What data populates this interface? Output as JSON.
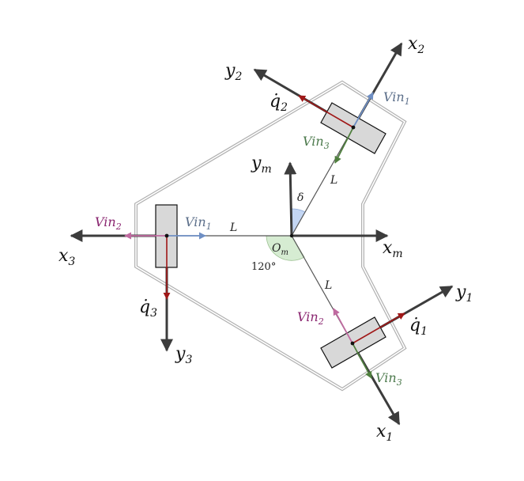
{
  "axes": {
    "x1": {
      "base": "x",
      "sub": "1"
    },
    "y1": {
      "base": "y",
      "sub": "1"
    },
    "x2": {
      "base": "x",
      "sub": "2"
    },
    "y2": {
      "base": "y",
      "sub": "2"
    },
    "x3": {
      "base": "x",
      "sub": "3"
    },
    "y3": {
      "base": "y",
      "sub": "3"
    },
    "xm": {
      "base": "x",
      "sub": "m"
    },
    "ym": {
      "base": "y",
      "sub": "m"
    }
  },
  "velocities": {
    "vin1_top": {
      "base": "Vin",
      "sub": "1"
    },
    "vin3_top": {
      "base": "Vin",
      "sub": "3"
    },
    "vin1_left": {
      "base": "Vin",
      "sub": "1"
    },
    "vin2_left": {
      "base": "Vin",
      "sub": "2"
    },
    "vin2_bottom": {
      "base": "Vin",
      "sub": "2"
    },
    "vin3_bottom": {
      "base": "Vin",
      "sub": "3"
    }
  },
  "wheel_speeds": {
    "q1": {
      "base": "q̇",
      "sub": "1"
    },
    "q2": {
      "base": "q̇",
      "sub": "2"
    },
    "q3": {
      "base": "q̇",
      "sub": "3"
    }
  },
  "labels": {
    "L_top": "L",
    "L_left": "L",
    "L_bottom": "L",
    "delta": "δ",
    "origin": {
      "base": "O",
      "sub": "m"
    },
    "angle": "120°"
  },
  "colors": {
    "axis": "#3c3c3c",
    "red": "#a01818",
    "blue": "#6f8fc4",
    "green": "#4f7f3e",
    "purple": "#8a2670",
    "vin1_text": "#5c6f8a",
    "vin3_text": "#4d7a4d",
    "wheel_fill": "#d8d8d8",
    "wedge_green": "#d6ecd2",
    "wedge_blue": "#c4d6f3",
    "hull": "#b0b0b0"
  }
}
